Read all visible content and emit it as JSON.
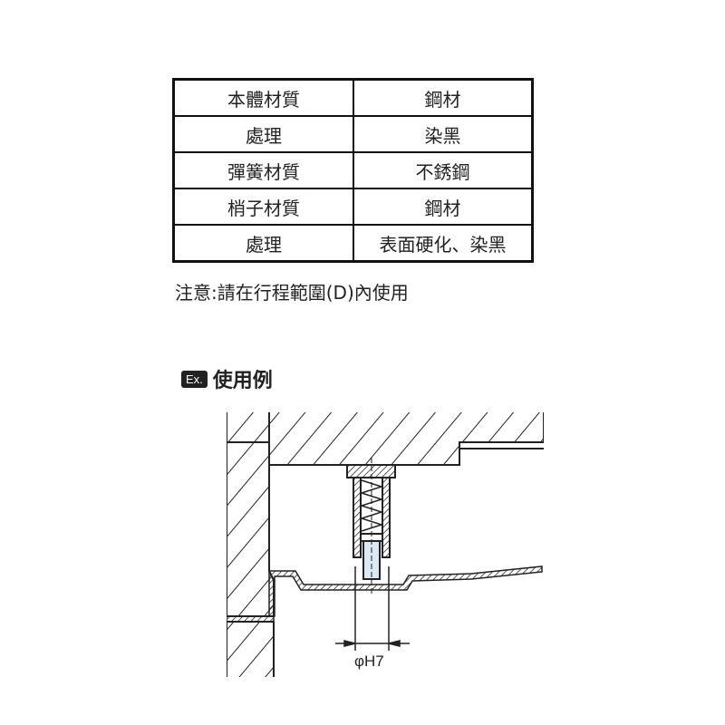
{
  "spec_table": {
    "rows": [
      {
        "label": "本體材質",
        "value": "鋼材"
      },
      {
        "label": "處理",
        "value": "染黑"
      },
      {
        "label": "彈簧材質",
        "value": "不銹鋼"
      },
      {
        "label": "梢子材質",
        "value": "鋼材"
      },
      {
        "label": "處理",
        "value": "表面硬化、染黑"
      }
    ]
  },
  "note": "注意:請在行程範圍(D)內使用",
  "example": {
    "badge": "Ex.",
    "title": "使用例",
    "dimension_label": "φH7"
  }
}
